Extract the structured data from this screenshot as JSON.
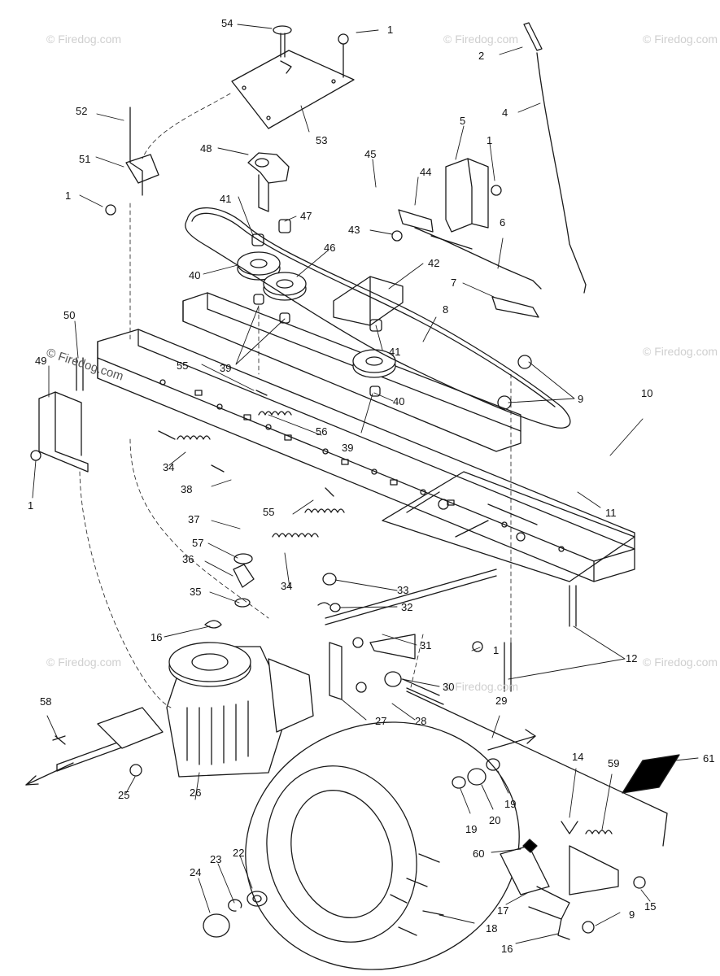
{
  "watermark": {
    "text": "© Firedog.com",
    "text_prominent": "© Firedog.com"
  },
  "callouts": [
    "54",
    "1",
    "2",
    "4",
    "53",
    "52",
    "51",
    "48",
    "45",
    "5",
    "44",
    "1",
    "1",
    "47",
    "43",
    "41",
    "6",
    "46",
    "42",
    "40",
    "7",
    "8",
    "50",
    "49",
    "41",
    "39",
    "55",
    "9",
    "40",
    "39",
    "56",
    "10",
    "34",
    "38",
    "11",
    "1",
    "55",
    "37",
    "57",
    "36",
    "34",
    "33",
    "35",
    "32",
    "16",
    "31",
    "1",
    "12",
    "30",
    "58",
    "28",
    "27",
    "29",
    "61",
    "14",
    "59",
    "25",
    "26",
    "19",
    "20",
    "19",
    "60",
    "24",
    "23",
    "22",
    "17",
    "15",
    "9",
    "18",
    "16"
  ],
  "colors": {
    "line": "#1a1a1a",
    "background": "#ffffff",
    "watermark": "#cfcfcf",
    "solid_fill": "#000000"
  }
}
